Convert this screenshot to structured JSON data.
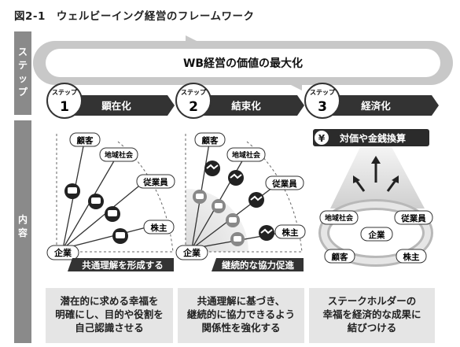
{
  "figure_title": "図2-1　ウェルビーイング経営のフレームワーク",
  "side_labels": {
    "steps": "ステップ",
    "content": "内容"
  },
  "cycle_label": "WB経営の価値の最大化",
  "step_tag": "ステップ",
  "steps": [
    {
      "number": "1",
      "title": "顕在化"
    },
    {
      "number": "2",
      "title": "結束化"
    },
    {
      "number": "3",
      "title": "経済化"
    }
  ],
  "panel1": {
    "company": "企業",
    "stakeholders": [
      "顧客",
      "地域社会",
      "従業員",
      "株主"
    ],
    "banner": "共通理解を形成する"
  },
  "panel2": {
    "company": "企業",
    "stakeholders": [
      "顧客",
      "地域社会",
      "従業員",
      "株主"
    ],
    "banner": "継続的な協力促進"
  },
  "panel3": {
    "yen_symbol": "¥",
    "header": "対価や金銭換算",
    "center": "企業",
    "stakeholders": [
      "地域社会",
      "従業員",
      "顧客",
      "株主"
    ]
  },
  "bottom_texts": [
    "潜在的に求める幸福を\n明確にし、目的や役割を\n自己認識させる",
    "共通理解に基づき、\n継続的に協力できるよう\n関係性を強化する",
    "ステークホルダーの\n幸福を経済的な成果に\n結びつける"
  ],
  "colors": {
    "dark": "#333333",
    "mid_gray": "#8a8a8a",
    "light_gray": "#e5e5e5",
    "cycle_gray": "#c8c8c8"
  }
}
